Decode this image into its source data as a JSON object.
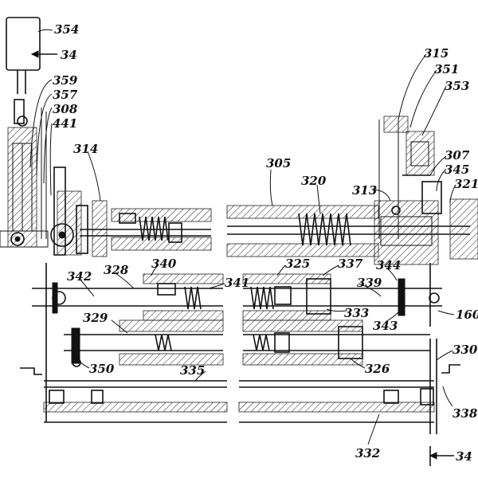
{
  "figure": {
    "labels": {
      "l354": "354",
      "l34_top": "34",
      "l359": "359",
      "l357": "357",
      "l308": "308",
      "l441": "441",
      "l314": "314",
      "l305": "305",
      "l320": "320",
      "l313": "313",
      "l315": "315",
      "l351": "351",
      "l353": "353",
      "l307": "307",
      "l345": "345",
      "l321": "321",
      "l340": "340",
      "l328": "328",
      "l342": "342",
      "l341": "341",
      "l325": "325",
      "l337": "337",
      "l344": "344",
      "l339": "339",
      "l333": "333",
      "l343": "343",
      "l160": "160",
      "l329": "329",
      "l350": "350",
      "l335": "335",
      "l326": "326",
      "l330": "330",
      "l338": "338",
      "l332": "332",
      "l34_bottom": "34"
    }
  }
}
